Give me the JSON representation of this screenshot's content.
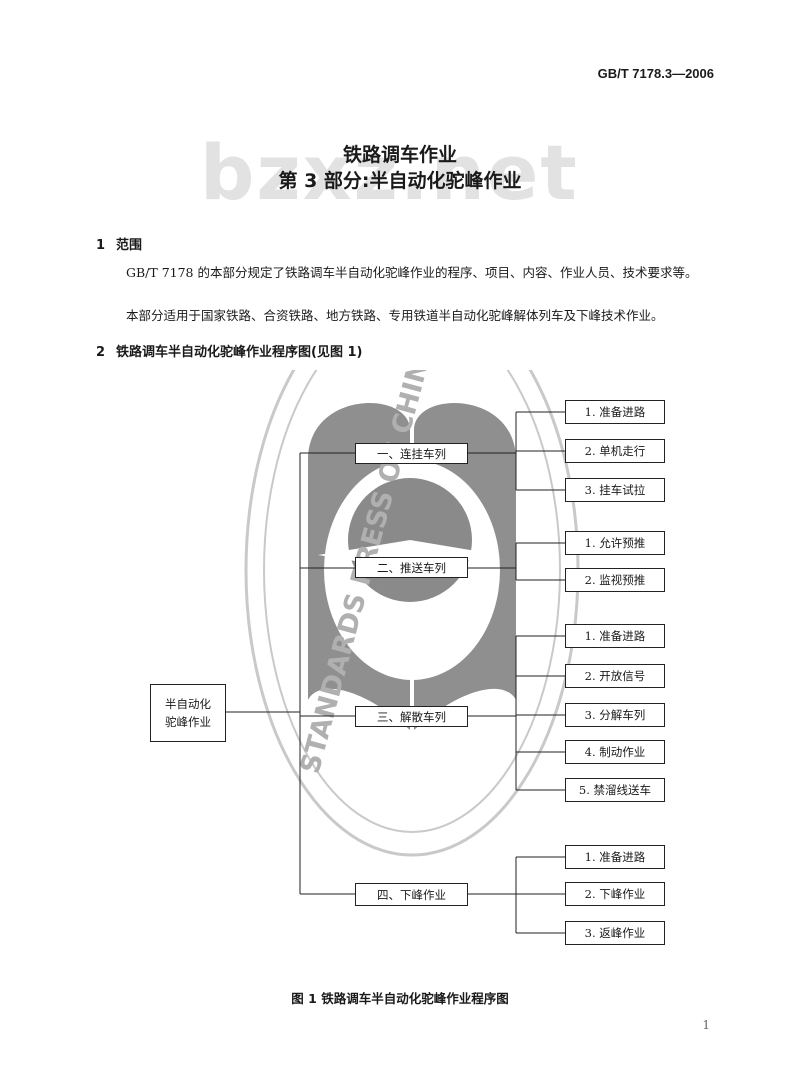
{
  "header": {
    "standard_number": "GB/T 7178.3—2006"
  },
  "watermark": {
    "site": "bzxz.net",
    "seal_text": "STANDARDS PRESS OF CHINA"
  },
  "title": {
    "line1": "铁路调车作业",
    "line2": "第 3 部分:半自动化驼峰作业"
  },
  "section1": {
    "number": "1",
    "heading": "范围",
    "para1": "GB/T 7178 的本部分规定了铁路调车半自动化驼峰作业的程序、项目、内容、作业人员、技术要求等。",
    "para2": "本部分适用于国家铁路、合资铁路、地方铁路、专用铁道半自动化驼峰解体列车及下峰技术作业。"
  },
  "section2": {
    "number": "2",
    "heading": "铁路调车半自动化驼峰作业程序图(见图 1)"
  },
  "diagram": {
    "root": "半自动化\n驼峰作业",
    "stages": [
      {
        "label": "一、连挂车列",
        "steps": [
          "1. 准备进路",
          "2. 单机走行",
          "3. 挂车试拉"
        ]
      },
      {
        "label": "二、推送车列",
        "steps": [
          "1. 允许预推",
          "2. 监视预推"
        ]
      },
      {
        "label": "三、解散车列",
        "steps": [
          "1. 准备进路",
          "2. 开放信号",
          "3. 分解车列",
          "4. 制动作业",
          "5. 禁溜线送车"
        ]
      },
      {
        "label": "四、下峰作业",
        "steps": [
          "1. 准备进路",
          "2. 下峰作业",
          "3. 返峰作业"
        ]
      }
    ]
  },
  "caption": "图 1   铁路调车半自动化驼峰作业程序图",
  "page_number": "1"
}
